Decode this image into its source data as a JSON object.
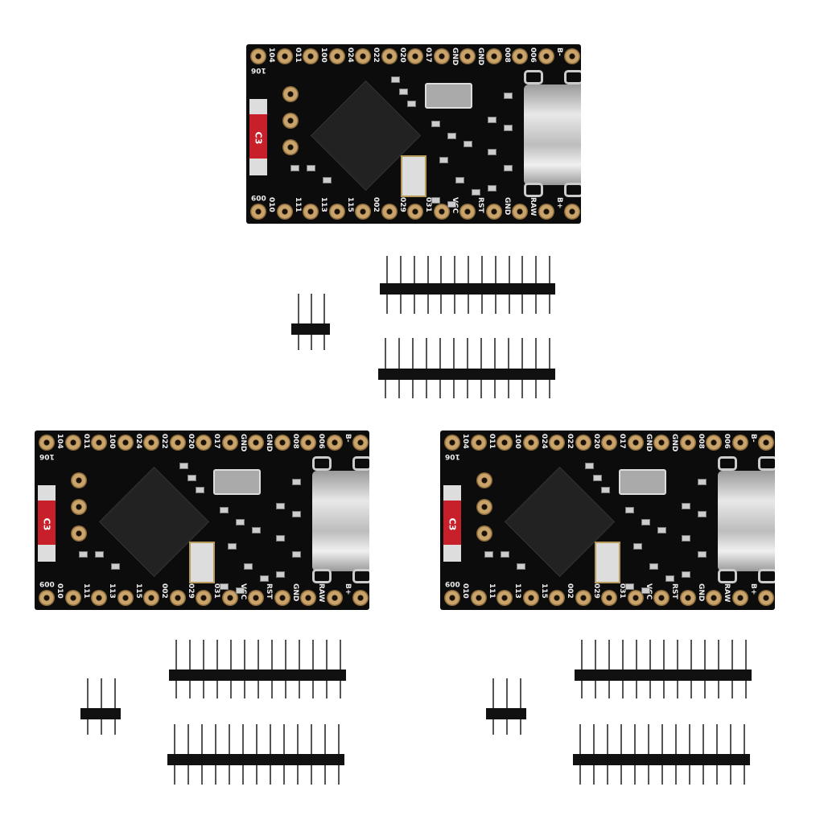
{
  "board": {
    "top_labels": [
      "104",
      "011",
      "100",
      "024",
      "022",
      "020",
      "017",
      "GND",
      "GND",
      "008",
      "006",
      "B-"
    ],
    "bottom_labels": [
      "010",
      "111",
      "113",
      "115",
      "002",
      "029",
      "031",
      "VCC",
      "RST",
      "GND",
      "RAW",
      "B+"
    ],
    "side_top_label": "106",
    "side_bottom_label": "009",
    "module_label": "C3"
  },
  "product": {
    "board_count": 3,
    "long_header_pins": 13,
    "short_header_pins": 3
  },
  "colors": {
    "pcb": "#0c0c0c",
    "pad": "#c9a36a",
    "label_red": "#c8202a"
  }
}
